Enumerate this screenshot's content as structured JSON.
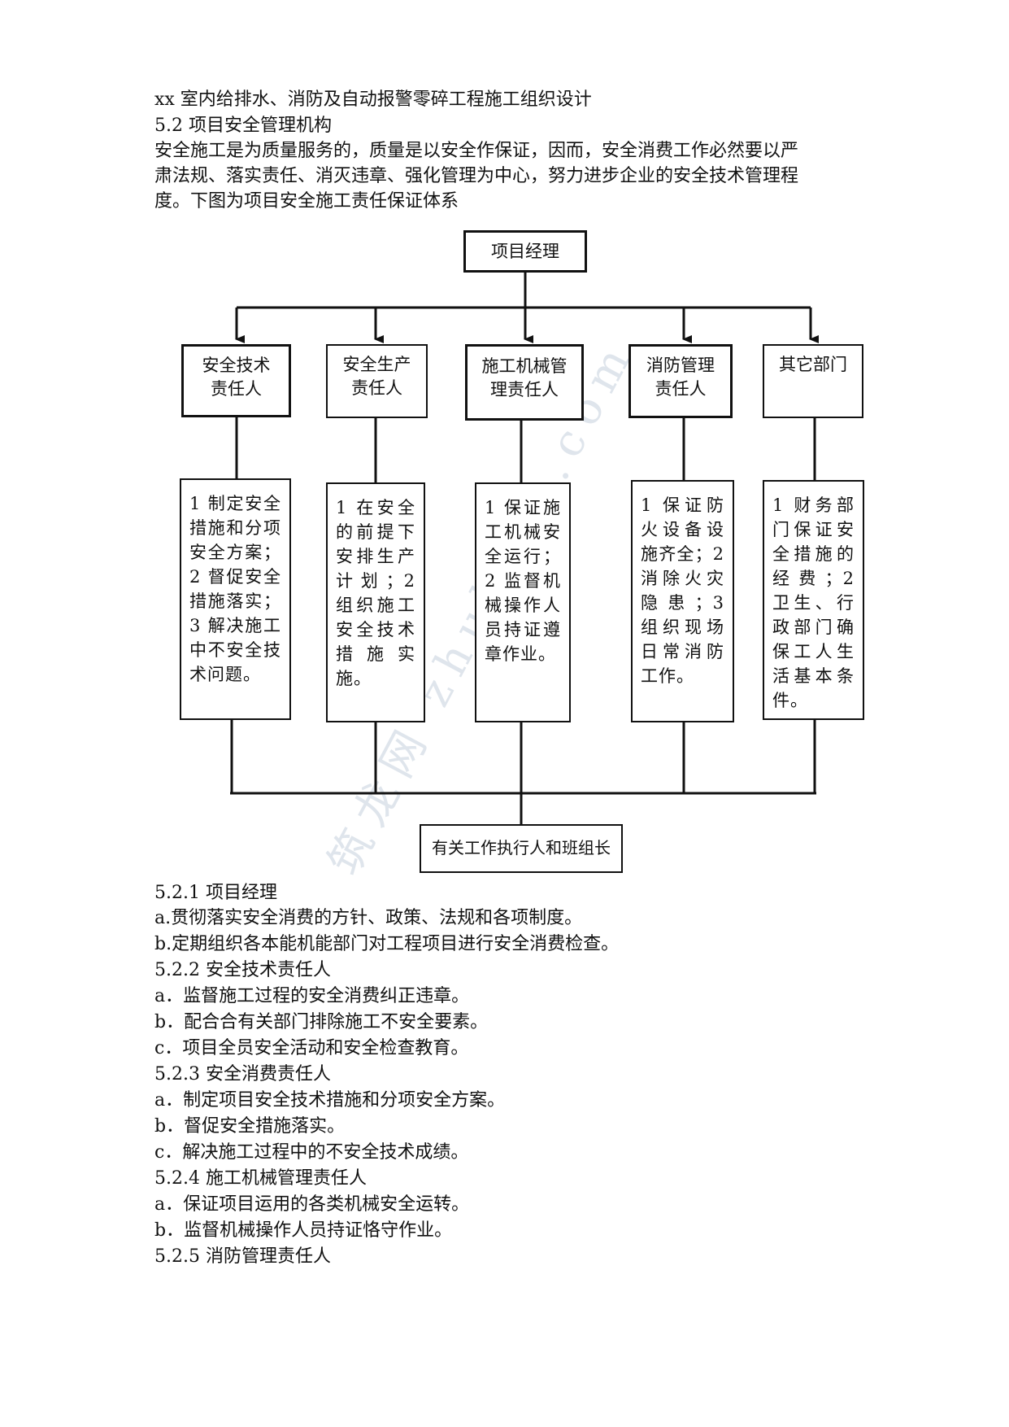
{
  "header": {
    "doc_title": "xx  室内给排水、消防及自动报警零碎工程施工组织设计",
    "section_title": "5.2  项目安全管理机构",
    "intro_lines": [
      "安全施工是为质量服务的，质量是以安全作保证，因而，安全消费工作必然要以严",
      "肃法规、落实责任、消灭违章、强化管理为中心，努力进步企业的安全技术管理程",
      "度。下图为项目安全施工责任保证体系"
    ]
  },
  "org_chart": {
    "top": "项目经理",
    "roles": [
      {
        "line1": "安全技术",
        "line2": "责任人",
        "desc": "1 制定安全措施和分项安全方案；2 督促安全措施落实；3 解决施工中不安全技术问题。"
      },
      {
        "line1": "安全生产",
        "line2": "责任人",
        "desc": "1 在安全的前提下安排生产计划；2 组织施工安全技术措施实施。"
      },
      {
        "line1": "施工机械管",
        "line2": "理责任人",
        "desc": "1 保证施工机械安全运行；2 监督机械操作人员持证遵章作业。"
      },
      {
        "line1": "消防管理",
        "line2": "责任人",
        "desc": "1 保证防火设备设施齐全；2 消除火灾隐患；3 组织现场日常消防工作。"
      },
      {
        "line1": "其它部门",
        "line2": "",
        "desc": "1 财务部门保证安全措施的经费；2 卫生、行政部门确保工人生活基本条件。"
      }
    ],
    "bottom": "有关工作执行人和班组长"
  },
  "watermark": "筑龙网 zhulong.com",
  "sections": [
    {
      "heading": "5.2.1  项目经理",
      "items": [
        "a.贯彻落实安全消费的方针、政策、法规和各项制度。",
        "b.定期组织各本能机能部门对工程项目进行安全消费检查。"
      ]
    },
    {
      "heading": "5.2.2  安全技术责任人",
      "items": [
        "a．监督施工过程的安全消费纠正违章。",
        "b．配合合有关部门排除施工不安全要素。",
        "c．项目全员安全活动和安全检查教育。"
      ]
    },
    {
      "heading": "5.2.3  安全消费责任人",
      "items": [
        "a．制定项目安全技术措施和分项安全方案。",
        "b．督促安全措施落实。",
        "c．解决施工过程中的不安全技术成绩。"
      ]
    },
    {
      "heading": "5.2.4  施工机械管理责任人",
      "items": [
        "a．保证项目运用的各类机械安全运转。",
        "b．监督机械操作人员持证恪守作业。"
      ]
    },
    {
      "heading": "5.2.5  消防管理责任人",
      "items": []
    }
  ]
}
